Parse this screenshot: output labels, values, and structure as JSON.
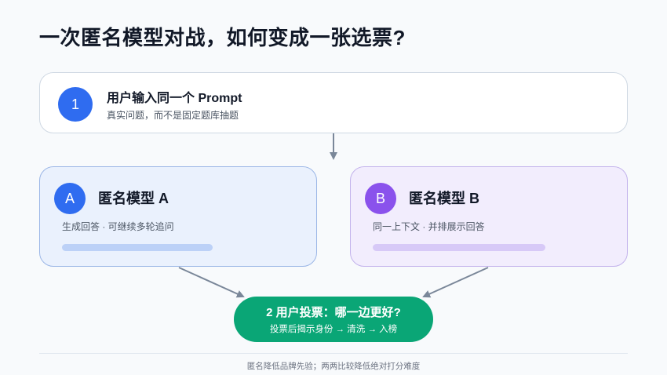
{
  "title": "一次匿名模型对战，如何变成一张选票?",
  "step1": {
    "number": "1",
    "heading": "用户输入同一个 Prompt",
    "subtitle": "真实问题，而不是固定题库抽题"
  },
  "model_a": {
    "badge": "A",
    "heading": "匿名模型 A",
    "subtitle": "生成回答 · 可继续多轮追问"
  },
  "model_b": {
    "badge": "B",
    "heading": "匿名模型 B",
    "subtitle": "同一上下文 · 并排展示回答"
  },
  "step2": {
    "heading": "2 用户投票：哪一边更好?",
    "subtitle": "投票后揭示身份 → 清洗 → 入榜"
  },
  "footer": "匿名降低品牌先验；两两比较降低绝对打分难度",
  "colors": {
    "blue": "#2f6cf0",
    "purple": "#8a52ec",
    "green": "#0aa676",
    "arrow": "#7a8799"
  }
}
